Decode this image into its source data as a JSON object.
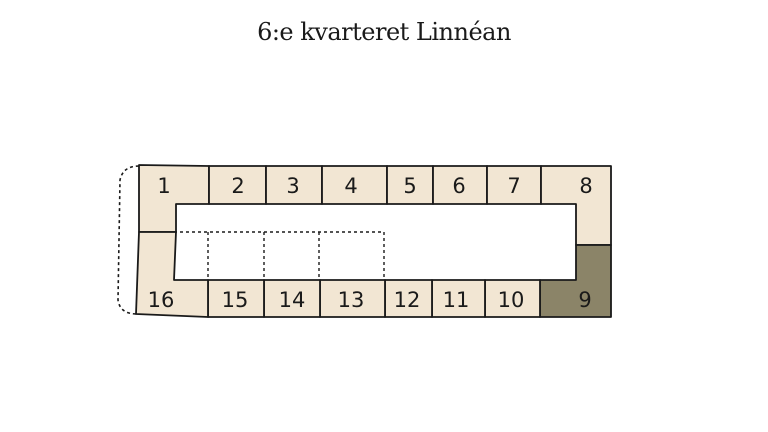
{
  "title": "6:e kvarteret Linnéan",
  "colors": {
    "plot_fill": "#f2e6d3",
    "highlight_fill": "#8b8468",
    "stroke": "#1a1a1a",
    "background": "#ffffff"
  },
  "plots": [
    {
      "id": "1",
      "label": "1"
    },
    {
      "id": "2",
      "label": "2"
    },
    {
      "id": "3",
      "label": "3"
    },
    {
      "id": "4",
      "label": "4"
    },
    {
      "id": "5",
      "label": "5"
    },
    {
      "id": "6",
      "label": "6"
    },
    {
      "id": "7",
      "label": "7"
    },
    {
      "id": "8",
      "label": "8"
    },
    {
      "id": "9",
      "label": "9",
      "highlighted": true
    },
    {
      "id": "10",
      "label": "10"
    },
    {
      "id": "11",
      "label": "11"
    },
    {
      "id": "12",
      "label": "12"
    },
    {
      "id": "13",
      "label": "13"
    },
    {
      "id": "14",
      "label": "14"
    },
    {
      "id": "15",
      "label": "15"
    },
    {
      "id": "16",
      "label": "16"
    }
  ]
}
